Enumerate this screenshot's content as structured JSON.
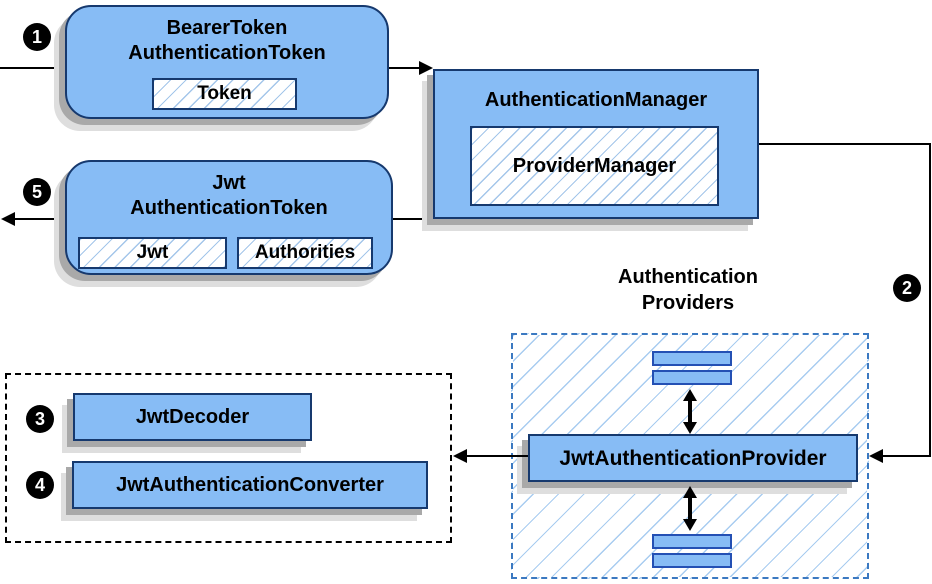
{
  "boxes": {
    "bearer_token": {
      "title_line1": "BearerToken",
      "title_line2": "AuthenticationToken",
      "token_label": "Token"
    },
    "authentication_manager": {
      "title": "AuthenticationManager",
      "provider_manager_label": "ProviderManager"
    },
    "jwt_authentication_token": {
      "title_line1": "Jwt",
      "title_line2": "AuthenticationToken",
      "jwt_label": "Jwt",
      "authorities_label": "Authorities"
    },
    "jwt_authentication_provider": {
      "title": "JwtAuthenticationProvider"
    },
    "jwt_decoder": {
      "title": "JwtDecoder"
    },
    "jwt_authentication_converter": {
      "title": "JwtAuthenticationConverter"
    }
  },
  "labels": {
    "providers_heading_line1": "Authentication",
    "providers_heading_line2": "Providers"
  },
  "badges": {
    "step1": "1",
    "step2": "2",
    "step3": "3",
    "step4": "4",
    "step5": "5"
  },
  "colors": {
    "node_fill": "#87BCF5",
    "node_border": "#16396E",
    "bar_border": "#2450B4",
    "hatch_line": "#A4C6EA",
    "dashed_blue_border": "#3B79C1",
    "shadow_dark": "#A9A9A9",
    "shadow_light": "#DEDEDE",
    "connector": "#000000",
    "background": "#FFFFFF"
  }
}
